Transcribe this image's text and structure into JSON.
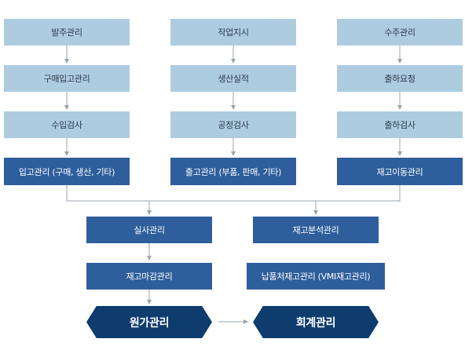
{
  "col1": {
    "step1": "발주관리",
    "step2": "구매입고관리",
    "step3": "수입검사",
    "step4": "입고관리 (구매, 생산, 기타)"
  },
  "col2": {
    "step1": "작업지시",
    "step2": "생산실적",
    "step3": "공정검사",
    "step4": "출고관리 (부품, 판매, 기타)"
  },
  "col3": {
    "step1": "수주관리",
    "step2": "출하요청",
    "step3": "출하검사",
    "step4": "재고이동관리"
  },
  "lower": {
    "left1": "실사관리",
    "left2": "재고마감관리",
    "right1": "재고분석관리",
    "right2": "납품처재고관리 (VMI재고관리)"
  },
  "final": {
    "left": "원가관리",
    "right": "회계관리"
  },
  "colors": {
    "light_box": "#aecce0",
    "dark_box": "#2e5e9c",
    "final_box": "#0e3c6e",
    "connector": "#9aa4ad"
  }
}
